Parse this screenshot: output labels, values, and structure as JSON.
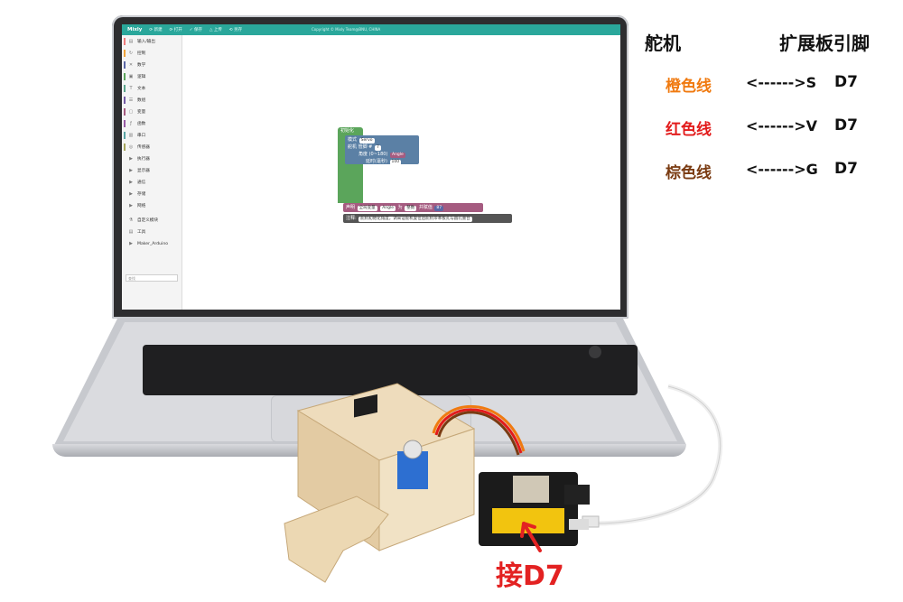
{
  "ide": {
    "brand": "Mixly",
    "toolbar": [
      "新建",
      "打开",
      "保存",
      "上传",
      "另存"
    ],
    "copyright": "Copyright © Mixly Team@BNU, CHINA",
    "categories": [
      {
        "label": "输入/输出",
        "color": "#ee7b7b",
        "icon": "io-icon"
      },
      {
        "label": "控制",
        "color": "#f0a33b",
        "icon": "control-icon"
      },
      {
        "label": "数学",
        "color": "#5b67a5",
        "icon": "math-icon"
      },
      {
        "label": "逻辑",
        "color": "#5ba55b",
        "icon": "logic-icon"
      },
      {
        "label": "文本",
        "color": "#5ba58c",
        "icon": "text-icon"
      },
      {
        "label": "数组",
        "color": "#745ba5",
        "icon": "array-icon"
      },
      {
        "label": "变量",
        "color": "#a55b80",
        "icon": "variable-icon"
      },
      {
        "label": "函数",
        "color": "#995ba5",
        "icon": "function-icon"
      },
      {
        "label": "串口",
        "color": "#5ba5a5",
        "icon": "serial-icon"
      },
      {
        "label": "传感器",
        "color": "#a5a55b",
        "icon": "sensor-icon"
      },
      {
        "label": "执行器",
        "color": "#5b80a5",
        "icon": "actuator-icon"
      },
      {
        "label": "显示器",
        "color": "#5b80a5",
        "icon": "display-icon"
      },
      {
        "label": "通信",
        "color": "#5b80a5",
        "icon": "comm-icon"
      },
      {
        "label": "存储",
        "color": "#5b80a5",
        "icon": "storage-icon"
      },
      {
        "label": "网络",
        "color": "#5b80a5",
        "icon": "network-icon"
      },
      {
        "label": "自定义模块",
        "color": "#888888",
        "icon": "custom-icon"
      },
      {
        "label": "工具",
        "color": "#888888",
        "icon": "tool-icon"
      },
      {
        "label": "Maker_Arduino",
        "color": "#888888",
        "icon": "maker-icon"
      }
    ],
    "search_placeholder": "查找",
    "blocks": {
      "init": "初始化",
      "mode_label": "模式",
      "mode_value": "Servo",
      "servo_label": "舵机 管脚 #",
      "servo_pin": "7",
      "angle_label": "角度 (0~180)",
      "angle_value": "Angle",
      "delay_label": "延时(毫秒)",
      "delay_value": "100",
      "declare_label": "声明",
      "declare_scope": "全局变量",
      "declare_var": "Angle",
      "declare_type_label": "为",
      "declare_type": "整数",
      "declare_assign": "并赋值",
      "declare_value": "87",
      "comment_label": "注释:",
      "comment_text": "舵机初始化角度，调采证舵机复位后舵机带本板孔与圆孔重合"
    }
  },
  "labels": {
    "servo_header": "舵机",
    "board_header": "扩展板引脚",
    "rows": [
      {
        "wire": "橙色线",
        "wire_color": "#f07a10",
        "arrow": "<------>S",
        "pin": "D7"
      },
      {
        "wire": "红色线",
        "wire_color": "#e21b1b",
        "arrow": "<------>V",
        "pin": "D7"
      },
      {
        "wire": "棕色线",
        "wire_color": "#7a3b12",
        "arrow": "<------>G",
        "pin": "D7"
      }
    ],
    "connect_note": "接D7"
  }
}
